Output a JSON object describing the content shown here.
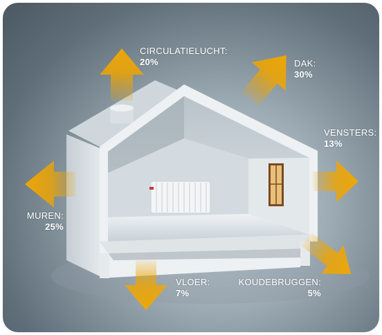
{
  "diagram": {
    "heat_losses": [
      {
        "id": "circulatielucht",
        "name": "CIRCULATIELUCHT:",
        "percent": "20%"
      },
      {
        "id": "dak",
        "name": "DAK:",
        "percent": "30%"
      },
      {
        "id": "vensters",
        "name": "VENSTERS:",
        "percent": "13%"
      },
      {
        "id": "muren",
        "name": "MUREN:",
        "percent": "25%"
      },
      {
        "id": "vloer",
        "name": "VLOER:",
        "percent": "7%"
      },
      {
        "id": "koudebruggen",
        "name": "KOUDEBRUGGEN:",
        "percent": "5%"
      }
    ],
    "colors": {
      "arrow": "#f0a500",
      "arrow_fade": "#f5c35a",
      "house": "#e8ecef",
      "background": "#6d7b85"
    }
  }
}
